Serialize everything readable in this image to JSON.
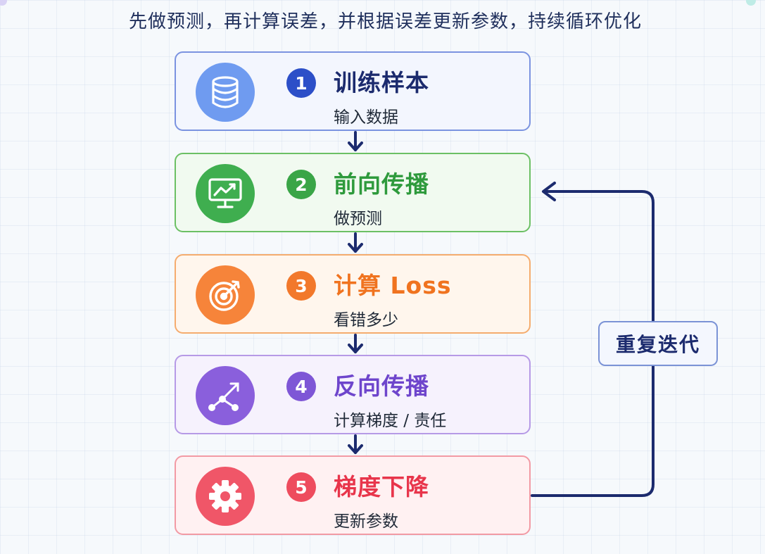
{
  "subtitle": "先做预测，再计算误差，并根据误差更新参数，持续循环优化",
  "steps": [
    {
      "number": "1",
      "title": "训练样本",
      "desc": "输入数据",
      "icon": "database-icon",
      "color": "#2c4fc8"
    },
    {
      "number": "2",
      "title": "前向传播",
      "desc": "做预测",
      "icon": "monitor-chart-icon",
      "color": "#3aa547"
    },
    {
      "number": "3",
      "title": "计算 Loss",
      "desc": "看错多少",
      "icon": "target-icon",
      "color": "#f2782b"
    },
    {
      "number": "4",
      "title": "反向传播",
      "desc": "计算梯度 / 责任",
      "icon": "trend-graph-icon",
      "color": "#7e56d6"
    },
    {
      "number": "5",
      "title": "梯度下降",
      "desc": "更新参数",
      "icon": "gear-icon",
      "color": "#ee4c5e"
    }
  ],
  "loop": {
    "label": "重复迭代",
    "color": "#1c2b6e"
  }
}
